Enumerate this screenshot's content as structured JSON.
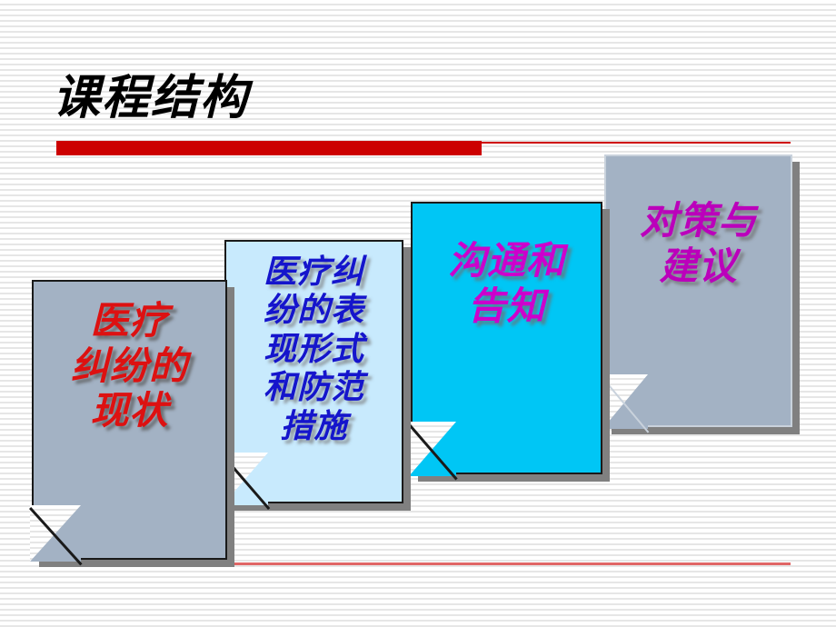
{
  "slide": {
    "title": "课程结构",
    "background_color": "#ffffff",
    "stripe_color": "#e6e6e6",
    "title_color": "#000000",
    "accent_bar_color": "#cc0000",
    "accent_line_color": "#cf0a0a",
    "bottom_line_color": "#e06666"
  },
  "cards": [
    {
      "id": "card-1",
      "label": "医疗\n纠纷的\n现状",
      "fill_color": "#a3b2c4",
      "text_color": "#dd1111",
      "border_color": "#1a1a1a"
    },
    {
      "id": "card-2",
      "label": "医疗纠\n纷的表\n现形式\n和防范\n措施",
      "fill_color": "#c8eafd",
      "text_color": "#1515cc",
      "border_color": "#1a1a1a"
    },
    {
      "id": "card-3",
      "label": "沟通和\n告知",
      "fill_color": "#00c6f5",
      "text_color": "#cc00cc",
      "border_color": "#1a1a1a"
    },
    {
      "id": "card-4",
      "label": "对策与\n建议",
      "fill_color": "#a3b2c4",
      "text_color": "#bb00bb",
      "border_color": "#c9d2dc"
    }
  ]
}
